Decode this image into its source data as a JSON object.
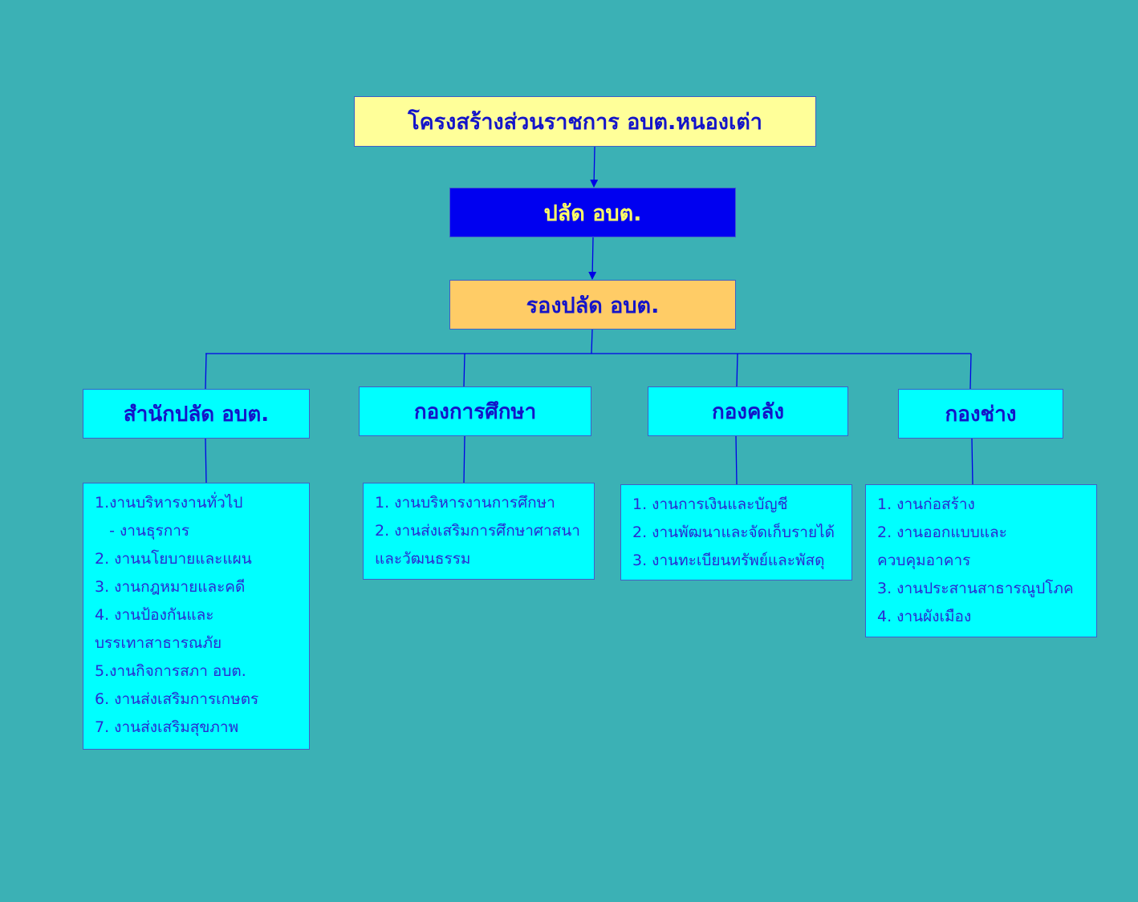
{
  "title": "โครงสร้างส่วนราชการ อบต.หนองเต่า",
  "chief": "ปลัด อบต.",
  "deputy": "รองปลัด อบต.",
  "departments": [
    {
      "name": "สำนักปลัด อบต.",
      "tasks": [
        "1.งานบริหารงานทั่วไป",
        "   - งานธุรการ",
        "2. งานนโยบายและแผน",
        "3. งานกฎหมายและคดี",
        "4. งานป้องกันและ",
        "บรรเทาสาธารณภัย",
        "5.งานกิจการสภา อบต.",
        "6. งานส่งเสริมการเกษตร",
        "7. งานส่งเสริมสุขภาพ"
      ]
    },
    {
      "name": "กองการศึกษา",
      "tasks": [
        "1. งานบริหารงานการศึกษา",
        "2. งานส่งเสริมการศึกษาศาสนา",
        "และวัฒนธรรม"
      ]
    },
    {
      "name": "กองคลัง",
      "tasks": [
        "1. งานการเงินและบัญชี",
        "2. งานพัฒนาและจัดเก็บรายได้",
        "3. งานทะเบียนทรัพย์และพัสดุ"
      ]
    },
    {
      "name": "กองช่าง",
      "tasks": [
        "1. งานก่อสร้าง",
        "2. งานออกแบบและ",
        "ควบคุมอาคาร",
        "3. งานประสานสาธารณูปโภค",
        "4. งานผังเมือง"
      ]
    }
  ],
  "colors": {
    "background": "#3bb1b5",
    "title_fill": "#ffff99",
    "chief_fill": "#0000f0",
    "chief_text": "#ffff66",
    "deputy_fill": "#ffcc66",
    "department_fill": "#00ffff",
    "text": "#1414c8",
    "connector": "#0000e6"
  }
}
